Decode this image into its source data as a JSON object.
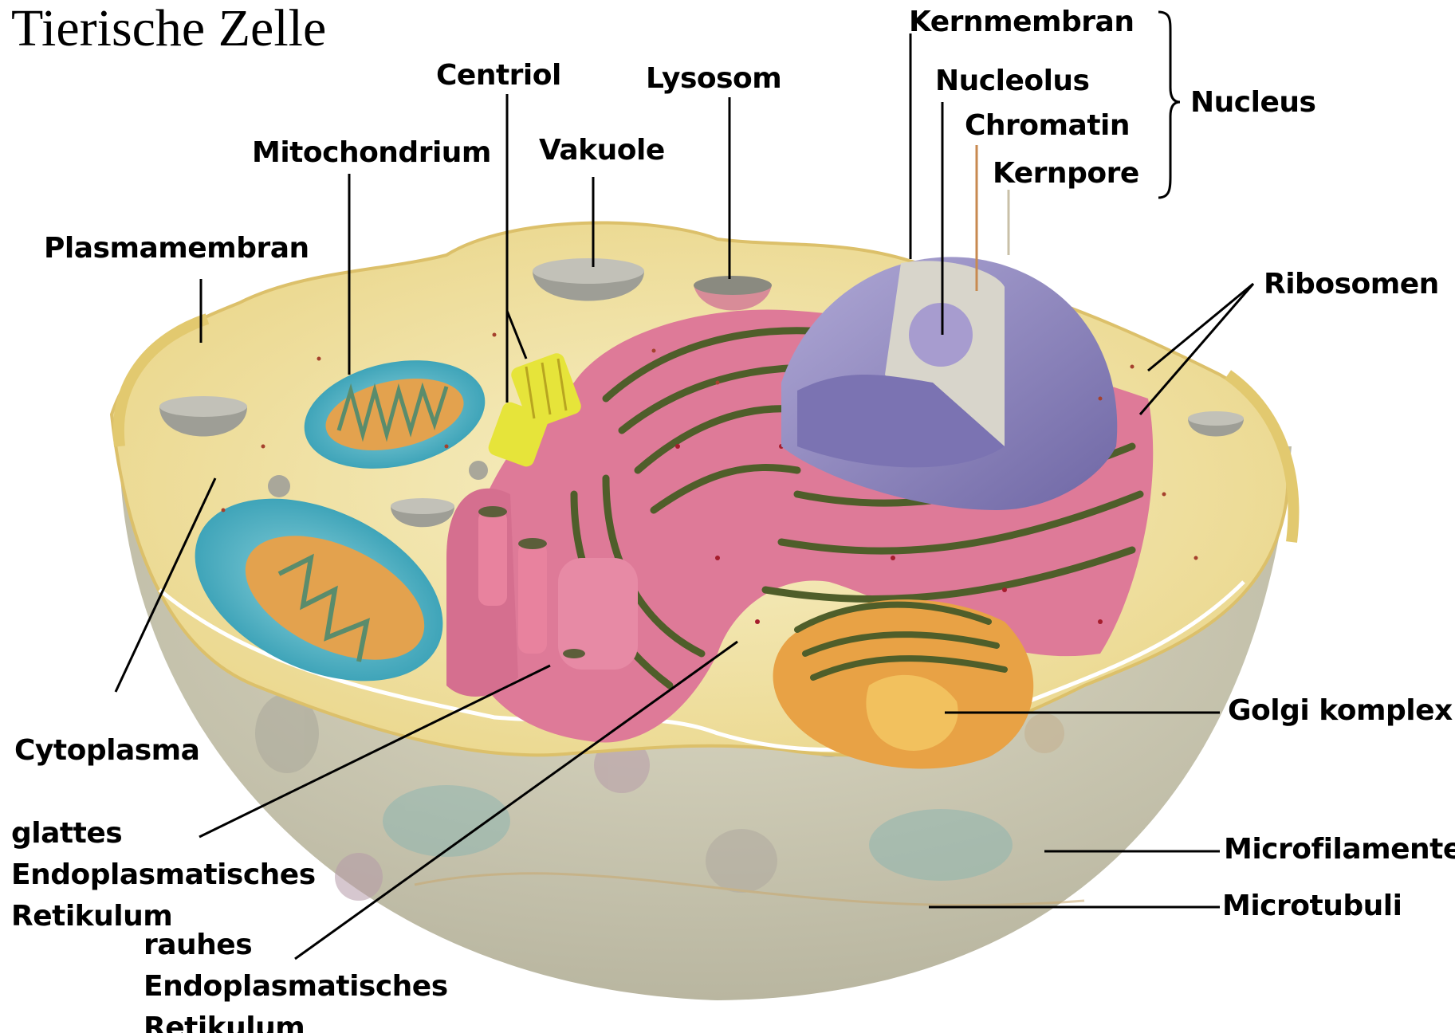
{
  "title": "Tierische Zelle",
  "labels": {
    "kernmembran": "Kernmembran",
    "nucleolus": "Nucleolus",
    "chromatin": "Chromatin",
    "kernpore": "Kernpore",
    "nucleus": "Nucleus",
    "centriol": "Centriol",
    "lysosom": "Lysosom",
    "vakuole": "Vakuole",
    "mitochondrium": "Mitochondrium",
    "plasmamembran": "Plasmamembran",
    "ribosomen": "Ribosomen",
    "cytoplasma": "Cytoplasma",
    "golgi": "Golgi komplex",
    "glattes_er": "glattes\nEndoplasmatisches\nRetikulum",
    "rauhes_er": "rauhes\nEndoplasmatisches\nRetikulum",
    "microfilamente": "Microfilamente",
    "microtubuli": "Microtubuli"
  },
  "colors": {
    "cytoplasm": "#f2e29a",
    "cytoplasm_light": "#f7efc2",
    "lower_body": "#cfcbb3",
    "membrane": "#e6c766",
    "er_pink": "#e07b9a",
    "er_dark": "#5d6b32",
    "nucleus_purple": "#8f87c0",
    "nucleus_light": "#d8d6cf",
    "mito_blue": "#4ab4c8",
    "mito_orange": "#e6a14a",
    "golgi_orange": "#e8a245",
    "centriole_yellow": "#e8e63a",
    "vacuole_gray": "#9e9e96",
    "lysosome_pink": "#d88c98"
  }
}
